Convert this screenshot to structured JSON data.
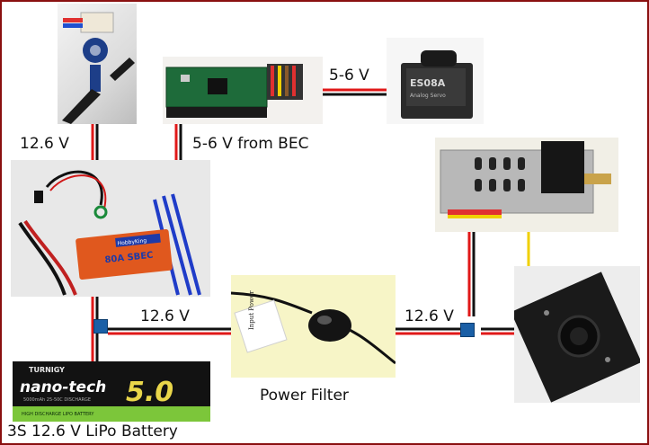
{
  "labels": {
    "motor_voltage": "12.6 V",
    "bec_voltage": "5-6 V from BEC",
    "servo_voltage": "5-6 V",
    "battery_to_filter_voltage": "12.6 V",
    "filter_to_video_voltage": "12.6 V",
    "power_filter": "Power Filter",
    "battery": "3S 12.6 V LiPo Battery"
  },
  "photo_text": {
    "esc_brand": "HobbyKing",
    "esc_model": "80A SBEC",
    "servo_model": "ES08A",
    "servo_desc": "Analog Servo",
    "filter_tag": "Input Power",
    "battery_brand": "TURNIGY",
    "battery_series": "nano-tech",
    "battery_capacity": "5000mAh 25-50C DISCHARGE",
    "battery_number": "5.0",
    "battery_footer": "HIGH DISCHARGE LIPO BATTERY"
  },
  "colors": {
    "frame": "#8a1010",
    "wire_red": "#e01818",
    "wire_black": "#111111",
    "wire_yellow": "#f0d000",
    "connector": "#1a5fa6"
  }
}
